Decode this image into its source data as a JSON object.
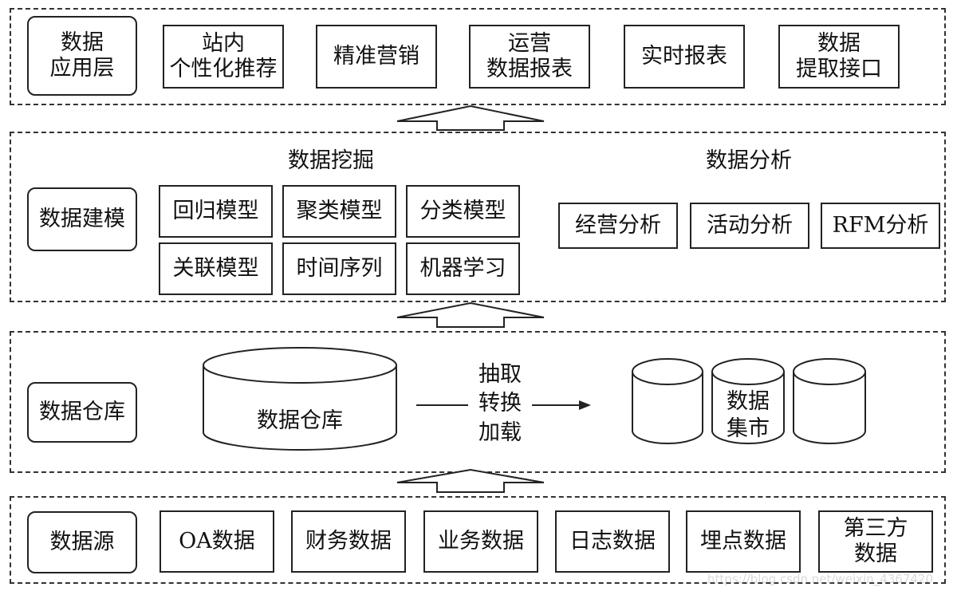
{
  "application_layer": {
    "label": "数据\n应用层",
    "items": [
      "站内\n个性化推荐",
      "精准营销",
      "运营\n数据报表",
      "实时报表",
      "数据\n提取接口"
    ]
  },
  "modeling_layer": {
    "label": "数据建模",
    "mining_title": "数据挖掘",
    "mining_items": [
      "回归模型",
      "聚类模型",
      "分类模型",
      "关联模型",
      "时间序列",
      "机器学习"
    ],
    "analysis_title": "数据分析",
    "analysis_items": [
      "经营分析",
      "活动分析",
      "RFM分析"
    ]
  },
  "warehouse_layer": {
    "label": "数据仓库",
    "warehouse": "数据仓库",
    "etl": "抽取\n转换\n加载",
    "datamart": "数据\n集市"
  },
  "source_layer": {
    "label": "数据源",
    "items": [
      "OA数据",
      "财务数据",
      "业务数据",
      "日志数据",
      "埋点数据",
      "第三方\n数据"
    ]
  },
  "watermark": "https://blog.csdn.net/weixin_4367420"
}
